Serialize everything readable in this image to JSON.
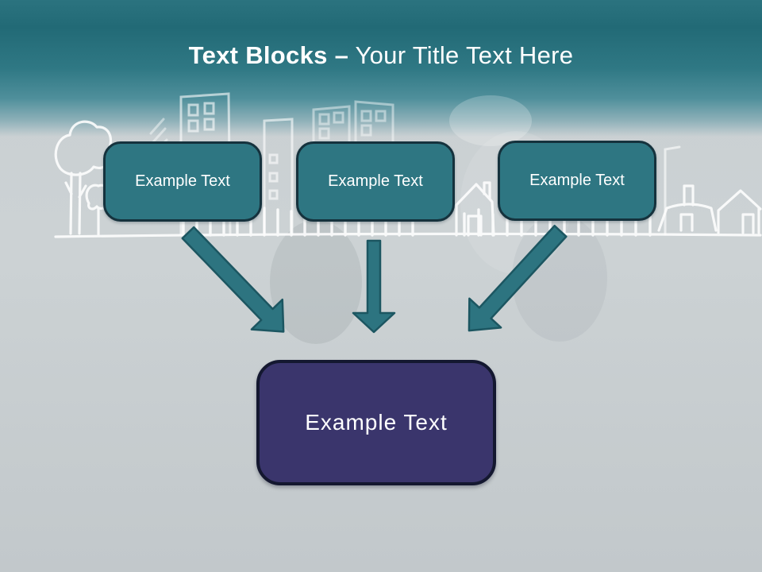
{
  "title": {
    "emphasis": "Text Blocks",
    "separator": "–",
    "rest": "Your Title Text Here"
  },
  "top_blocks": [
    {
      "label": "Example Text"
    },
    {
      "label": "Example Text"
    },
    {
      "label": "Example Text"
    }
  ],
  "center_block": {
    "label": "Example Text"
  },
  "doodle_elements": [
    "trees",
    "buildings",
    "houses",
    "fence",
    "ground-line"
  ],
  "colors": {
    "header_teal_dark": "#226a76",
    "header_teal": "#2f7884",
    "block_teal": "#2e7682",
    "block_border": "#15323d",
    "arrow_fill": "#2d7480",
    "arrow_border": "#1c5661",
    "center_purple": "#3a356c",
    "center_border": "#141830",
    "background": "#c7cdd0",
    "text": "#ffffff"
  }
}
